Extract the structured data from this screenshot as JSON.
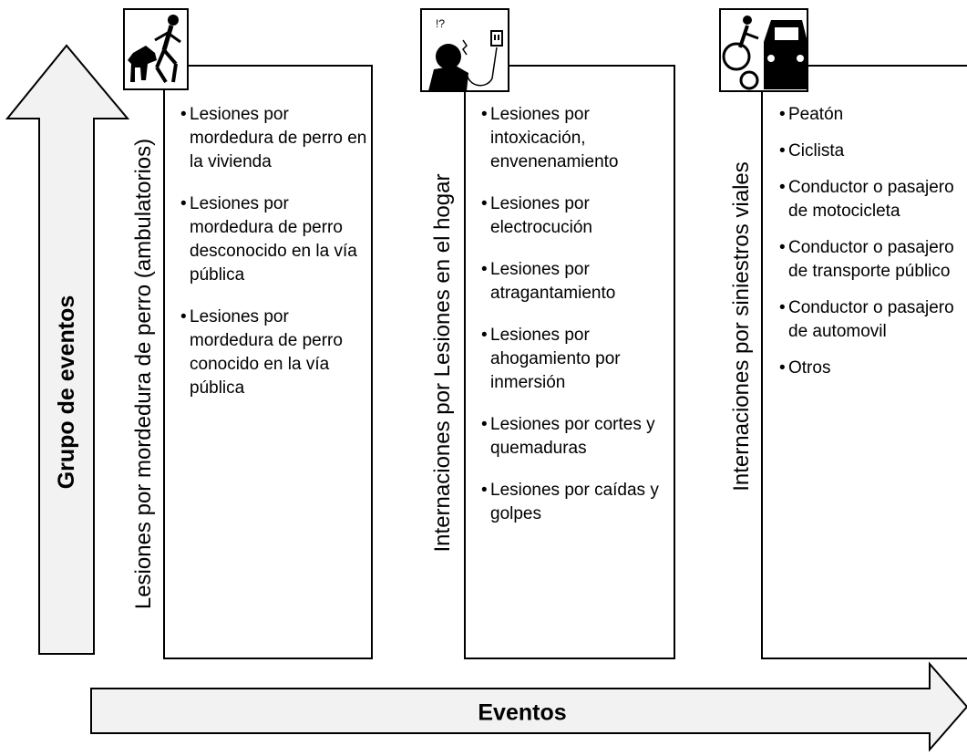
{
  "axes": {
    "vertical_label": "Grupo de eventos",
    "horizontal_label": "Eventos"
  },
  "colors": {
    "arrow_fill": "#f2f2f2",
    "stroke": "#000000"
  },
  "categories": [
    {
      "title": "Lesiones por mordedura de perro (ambulatorios)",
      "icon": "person-running-from-dog-icon",
      "items": [
        "Lesiones por mordedura de perro en la vivienda",
        "Lesiones por mordedura de perro desconocido en la vía pública",
        "Lesiones por mordedura de perro conocido en la vía pública"
      ]
    },
    {
      "title": "Internaciones por Lesiones en el hogar",
      "icon": "child-electric-outlet-icon",
      "items": [
        "Lesiones por intoxicación, envenenamiento",
        "Lesiones por electrocución",
        "Lesiones por atragantamiento",
        "Lesiones por ahogamiento por inmersión",
        "Lesiones por cortes y quemaduras",
        "Lesiones por caídas y golpes"
      ]
    },
    {
      "title": "Internaciones por siniestros viales",
      "icon": "cyclist-and-car-icon",
      "items": [
        "Peatón",
        "Ciclista",
        "Conductor o pasajero de motocicleta",
        "Conductor o pasajero de transporte público",
        "Conductor o pasajero de automovil",
        "Otros"
      ]
    }
  ]
}
